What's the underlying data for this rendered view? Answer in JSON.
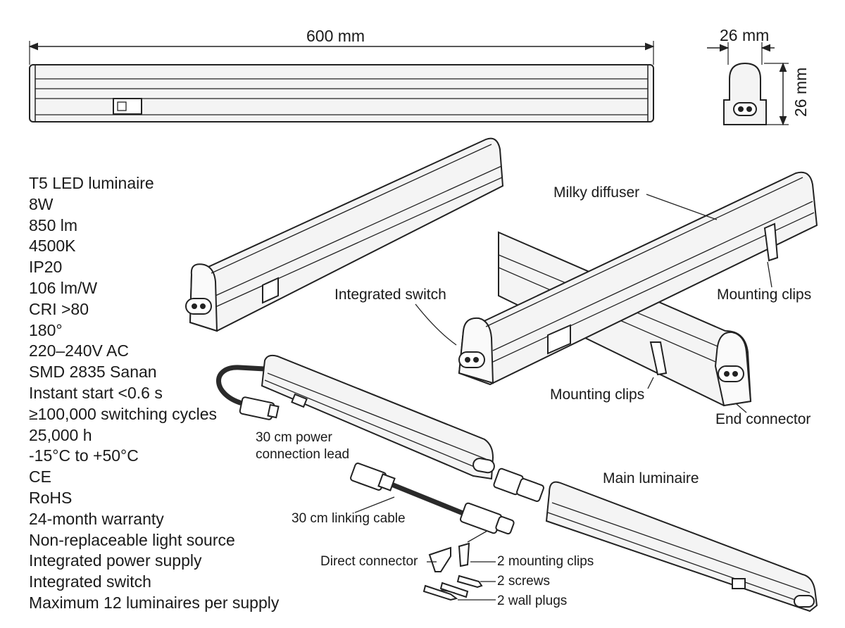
{
  "dimensions": {
    "length": "600 mm",
    "width": "26 mm",
    "height": "26 mm"
  },
  "specs": [
    "T5 LED luminaire",
    "8W",
    "850 lm",
    "4500K",
    "IP20",
    "106 lm/W",
    "CRI >80",
    "180°",
    "220–240V AC",
    "SMD 2835 Sanan",
    "Instant start <0.6 s",
    "≥100,000 switching cycles",
    "25,000 h",
    "-15°C to +50°C",
    "CE",
    "RoHS",
    "24-month warranty",
    "Non-replaceable light source",
    "Integrated power supply",
    "Integrated switch",
    "Maximum 12 luminaires per supply"
  ],
  "callouts": {
    "milky_diffuser": "Milky diffuser",
    "integrated_switch": "Integrated switch",
    "mounting_clips_a": "Mounting clips",
    "mounting_clips_b": "Mounting clips",
    "end_connector": "End connector",
    "power_lead_line1": "30 cm power",
    "power_lead_line2": "connection lead",
    "main_luminaire": "Main luminaire",
    "linking_cable": "30 cm linking cable",
    "direct_connector": "Direct connector",
    "two_mounting_clips": "2 mounting clips",
    "two_screws": "2 screws",
    "two_wall_plugs": "2 wall plugs"
  },
  "colors": {
    "stroke": "#222222",
    "body": "#f4f4f4",
    "shade": "#d9d9d9",
    "cable": "#2a2a2a"
  }
}
